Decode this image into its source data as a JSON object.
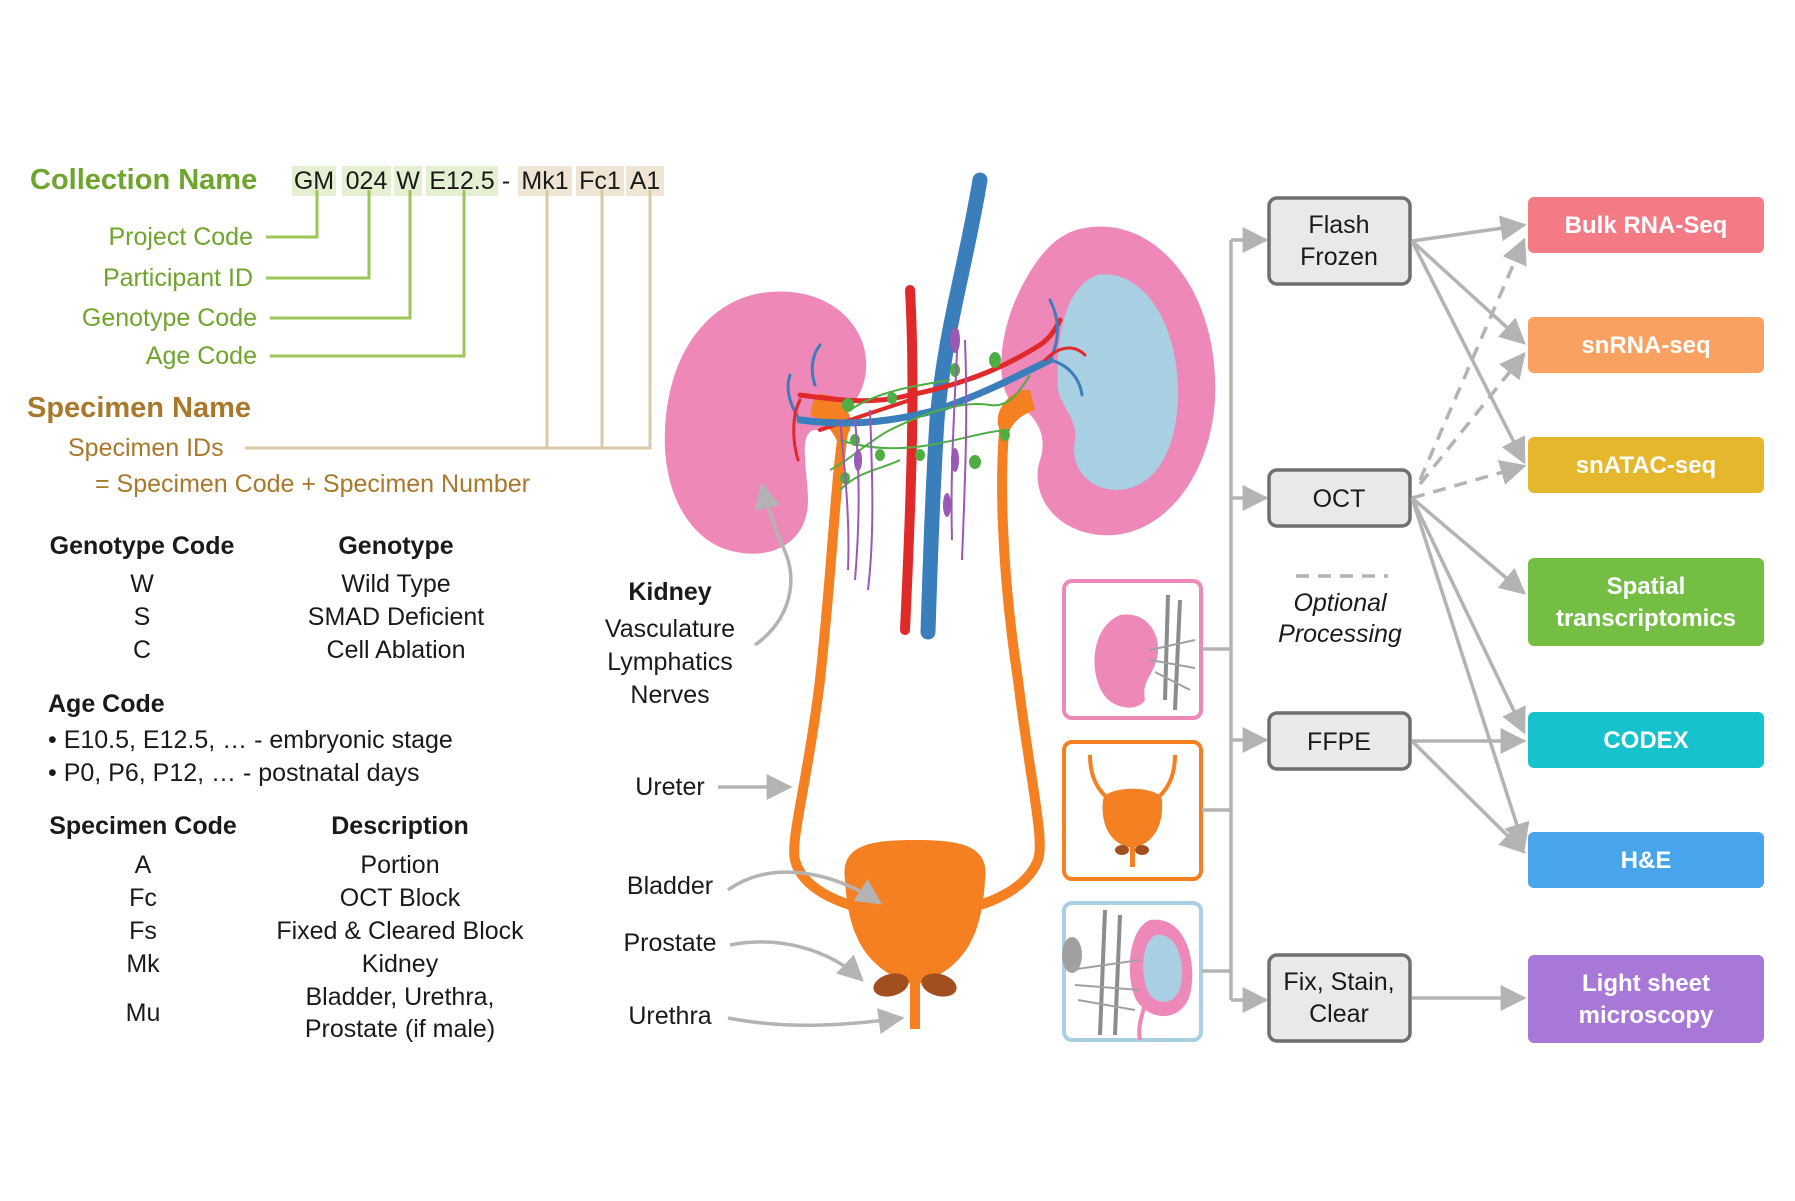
{
  "naming": {
    "collection_title": "Collection Name",
    "segments": [
      {
        "text": "GM",
        "group": "collection"
      },
      {
        "text": "024",
        "group": "collection"
      },
      {
        "text": "W",
        "group": "collection"
      },
      {
        "text": "E12.5",
        "group": "collection"
      },
      {
        "text": "-",
        "group": "separator"
      },
      {
        "text": "Mk1",
        "group": "specimen"
      },
      {
        "text": "Fc1",
        "group": "specimen"
      },
      {
        "text": "A1",
        "group": "specimen"
      }
    ],
    "collection_fields": [
      "Project Code",
      "Participant ID",
      "Genotype Code",
      "Age Code"
    ],
    "specimen_title": "Specimen Name",
    "specimen_ids": "Specimen IDs",
    "specimen_formula": "= Specimen Code + Specimen Number"
  },
  "genotype_table": {
    "headers": [
      "Genotype Code",
      "Genotype"
    ],
    "rows": [
      [
        "W",
        "Wild Type"
      ],
      [
        "S",
        "SMAD Deficient"
      ],
      [
        "C",
        "Cell Ablation"
      ]
    ]
  },
  "age_code": {
    "title": "Age Code",
    "items": [
      "• E10.5, E12.5, … - embryonic stage",
      "• P0, P6, P12, … - postnatal days"
    ]
  },
  "specimen_table": {
    "headers": [
      "Specimen Code",
      "Description"
    ],
    "rows": [
      {
        "code": "A",
        "desc": [
          "Portion"
        ]
      },
      {
        "code": "Fc",
        "desc": [
          "OCT Block"
        ]
      },
      {
        "code": "Fs",
        "desc": [
          "Fixed & Cleared Block"
        ]
      },
      {
        "code": "Mk",
        "desc": [
          "Kidney"
        ]
      },
      {
        "code": "Mu",
        "desc": [
          "Bladder, Urethra,",
          "Prostate (if male)"
        ]
      }
    ]
  },
  "anatomy": {
    "kidney_title": "Kidney",
    "kidney_lines": [
      "Vasculature",
      "Lymphatics",
      "Nerves"
    ],
    "ureter": "Ureter",
    "bladder": "Bladder",
    "prostate": "Prostate",
    "urethra": "Urethra"
  },
  "processing": {
    "steps": [
      {
        "id": "flash",
        "lines": [
          "Flash",
          "Frozen"
        ]
      },
      {
        "id": "oct",
        "lines": [
          "OCT"
        ]
      },
      {
        "id": "ffpe",
        "lines": [
          "FFPE"
        ]
      },
      {
        "id": "fix",
        "lines": [
          "Fix, Stain,",
          "Clear"
        ]
      }
    ],
    "optional_lines": [
      "Optional",
      "Processing"
    ]
  },
  "outputs": [
    {
      "id": "bulk",
      "lines": [
        "Bulk RNA-Seq"
      ],
      "color": "#f47a86"
    },
    {
      "id": "snrna",
      "lines": [
        "snRNA-seq"
      ],
      "color": "#f9a160"
    },
    {
      "id": "snatac",
      "lines": [
        "snATAC-seq"
      ],
      "color": "#e4b72c"
    },
    {
      "id": "spatial",
      "lines": [
        "Spatial",
        "transcriptomics"
      ],
      "color": "#74be44"
    },
    {
      "id": "codex",
      "lines": [
        "CODEX"
      ],
      "color": "#16c2cc"
    },
    {
      "id": "he",
      "lines": [
        "H&E"
      ],
      "color": "#48a5ec"
    },
    {
      "id": "lightsheet",
      "lines": [
        "Light sheet",
        "microscopy"
      ],
      "color": "#a878d8"
    }
  ],
  "colors": {
    "kidney_pink": "#ee88b8",
    "kidney_blue": "#a8cfe2",
    "ureter_orange": "#f48022",
    "artery_red": "#e02a2a",
    "vein_blue": "#3b7ebc",
    "lymph_green": "#4eae44",
    "nerve_purple": "#9b59b6",
    "prostate_brown": "#a24f1f",
    "collection_green": "#6fa52c",
    "specimen_brown": "#a9782a"
  }
}
